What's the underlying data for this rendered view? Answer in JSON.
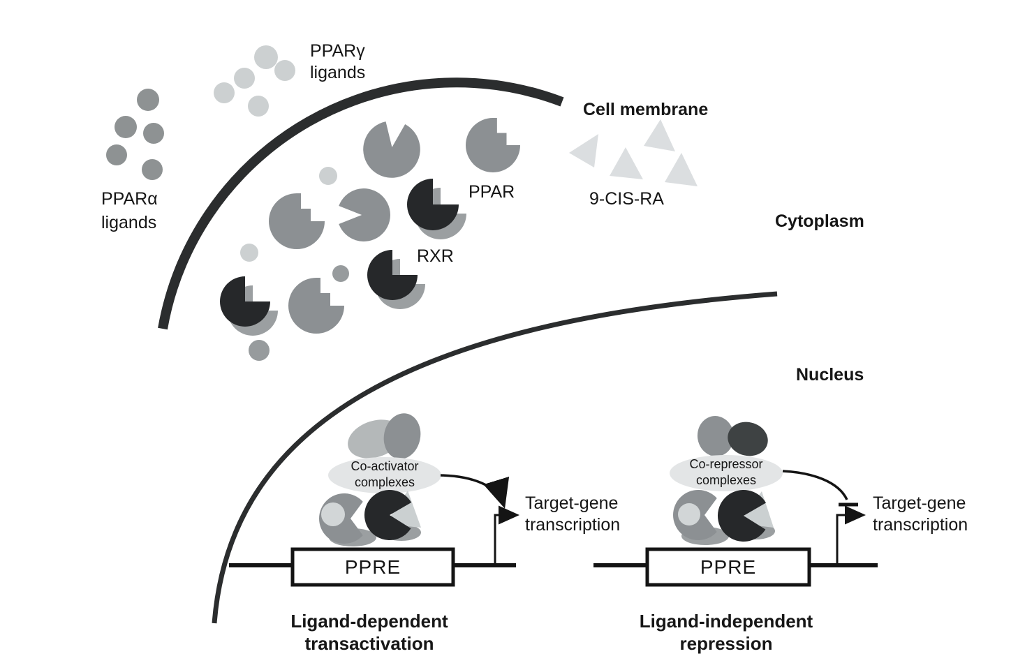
{
  "labels": {
    "cell_membrane": "Cell membrane",
    "cytoplasm": "Cytoplasm",
    "nucleus": "Nucleus",
    "ppar_alpha_ligands": "PPARα\nligands",
    "ppar_gamma_ligands": "PPARγ\nligands",
    "nine_cis_ra": "9-CIS-RA",
    "ppar": "PPAR",
    "rxr": "RXR"
  },
  "left_pathway": {
    "complex": "Co-activator\ncomplexes",
    "response_element": "PPRE",
    "output": "Target-gene\ntranscription",
    "caption": "Ligand-dependent\ntransactivation"
  },
  "right_pathway": {
    "complex": "Co-repressor\ncomplexes",
    "response_element": "PPRE",
    "output": "Target-gene\ntranscription",
    "caption": "Ligand-independent\nrepression"
  },
  "colors": {
    "membrane": "#2b2d2e",
    "receptor_gray": "#8c9093",
    "receptor_black": "#26282a",
    "shadow_gray": "#9b9fa1",
    "ligand_dark": "#8e9293",
    "ligand_light": "#ccd0d1",
    "retinoid_triangle": "#dbdee0",
    "complex_bubble": "#e3e5e6",
    "coactivator_blob_light": "#b4b8b9",
    "corepressor_blob_dark": "#3e4243",
    "dna_line": "#141414",
    "text": "#161616"
  }
}
